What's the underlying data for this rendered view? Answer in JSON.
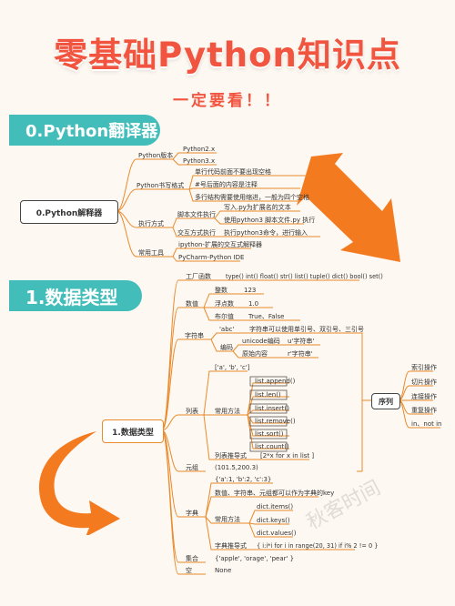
{
  "header": {
    "title": "零基础Python知识点",
    "subtitle": "一定要看！！"
  },
  "colors": {
    "accent": "#f1543f",
    "banner": "#42bdb9",
    "branch": "#e98a2c",
    "arrow": "#f47a20"
  },
  "section0": {
    "banner": "0.Python翻译器",
    "root": "0.Python解释器",
    "version": {
      "label": "Python版本",
      "items": [
        "Python2.x",
        "Python3.x"
      ]
    },
    "format": {
      "label": "Python书写格式",
      "items": [
        "单行代码前面不要出现空格",
        "#号后面的内容是注释",
        "多行结构需要使用缩进，一般为四个空格"
      ]
    },
    "exec": {
      "label": "执行方式",
      "script": {
        "label": "脚本文件执行",
        "items": [
          "写入.py为扩展名的文本",
          "使用python3 脚本文件.py 执行"
        ]
      },
      "interactive": {
        "label": "交互方式执行",
        "items": [
          "执行python3命令，进行输入"
        ]
      }
    },
    "tools": {
      "label": "常用工具",
      "items": [
        "ipython-扩展的交互式解释器",
        "PyCharm-Python IDE"
      ]
    }
  },
  "section1": {
    "banner": "1.数据类型",
    "root": "1.数据类型",
    "factory": {
      "label": "工厂函数",
      "value": "type() int() float() str() list() tuple() dict() bool() set()"
    },
    "number": {
      "label": "数值",
      "items": [
        [
          "整数",
          "123"
        ],
        [
          "浮点数",
          "1.0"
        ],
        [
          "布尔值",
          "True、False"
        ]
      ]
    },
    "string": {
      "label": "字符串",
      "abc": "'abc'",
      "abc_desc": "字符串可以使用单引号、双引号、三引号",
      "encoding": "编码",
      "unicode": "unicode编码",
      "unicode_ex": "u'字符串'",
      "raw": "原始内容",
      "raw_ex": "r'字符串'"
    },
    "list": {
      "label": "列表",
      "example": "['a', 'b', 'c']",
      "methods_label": "常用方法",
      "methods": [
        "list.append()",
        "list.len()",
        "list.insert()",
        "list.remove()",
        "list.sort()",
        "list.count()"
      ],
      "comp_label": "列表推导式",
      "comp": "[2*x for x in list ]"
    },
    "tuple": {
      "label": "元组",
      "example": "(101.5,200.3)"
    },
    "sequence": {
      "label": "序列",
      "ops": [
        "索引操作",
        "切片操作",
        "连接操作",
        "重复操作",
        "in、not in"
      ]
    },
    "dict": {
      "label": "字典",
      "example": "{'a':1, 'b':2, 'c':3}",
      "key_note": "数值、字符串、元组都可以作为字典的key",
      "methods_label": "常用方法",
      "methods": [
        "dict.items()",
        "dict.keys()",
        "dict.values()"
      ],
      "comp_label": "字典推导式",
      "comp": "{ i:i*i for i in range(20, 31) if i% 2 != 0 }"
    },
    "set": {
      "label": "集合",
      "example": "{'apple', 'orage', 'pear' }"
    },
    "none": {
      "label": "空",
      "example": "None"
    }
  },
  "watermark": "秋客时间"
}
